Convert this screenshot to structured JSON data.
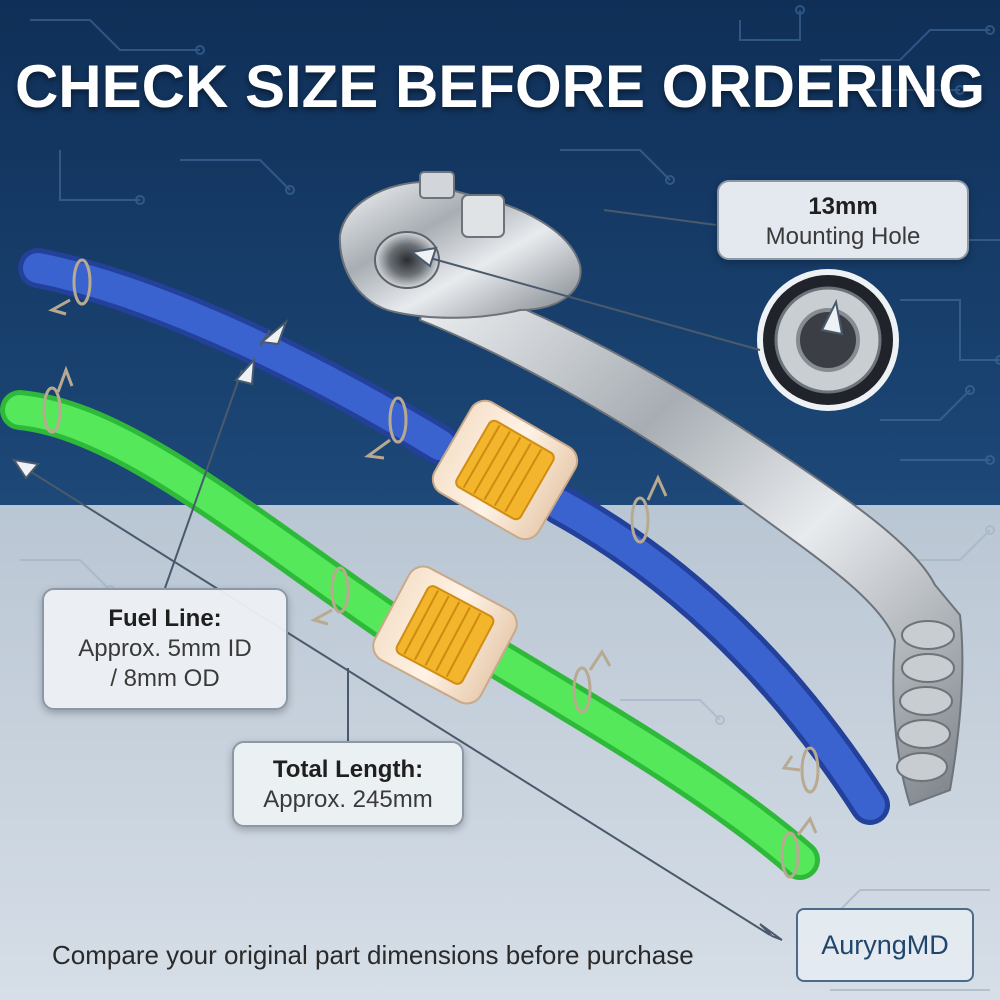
{
  "headline": "CHECK SIZE BEFORE ORDERING",
  "labels": {
    "mounting_hole": {
      "value": "13mm",
      "text": "Mounting Hole"
    },
    "fuel_line": {
      "title": "Fuel Line:",
      "line1": "Approx. 5mm ID",
      "line2": "/ 8mm OD"
    },
    "total_length": {
      "title": "Total Length:",
      "line1": "Approx. 245mm"
    }
  },
  "footer": "Compare your original part dimensions before purchase",
  "brand": "AuryngMD",
  "colors": {
    "top_background": "#153a66",
    "bottom_background": "#c9d4df",
    "blue_hose": "#2f55c2",
    "green_hose": "#4de352",
    "filter_element": "#f3b52c",
    "brand_text": "#20466e"
  }
}
